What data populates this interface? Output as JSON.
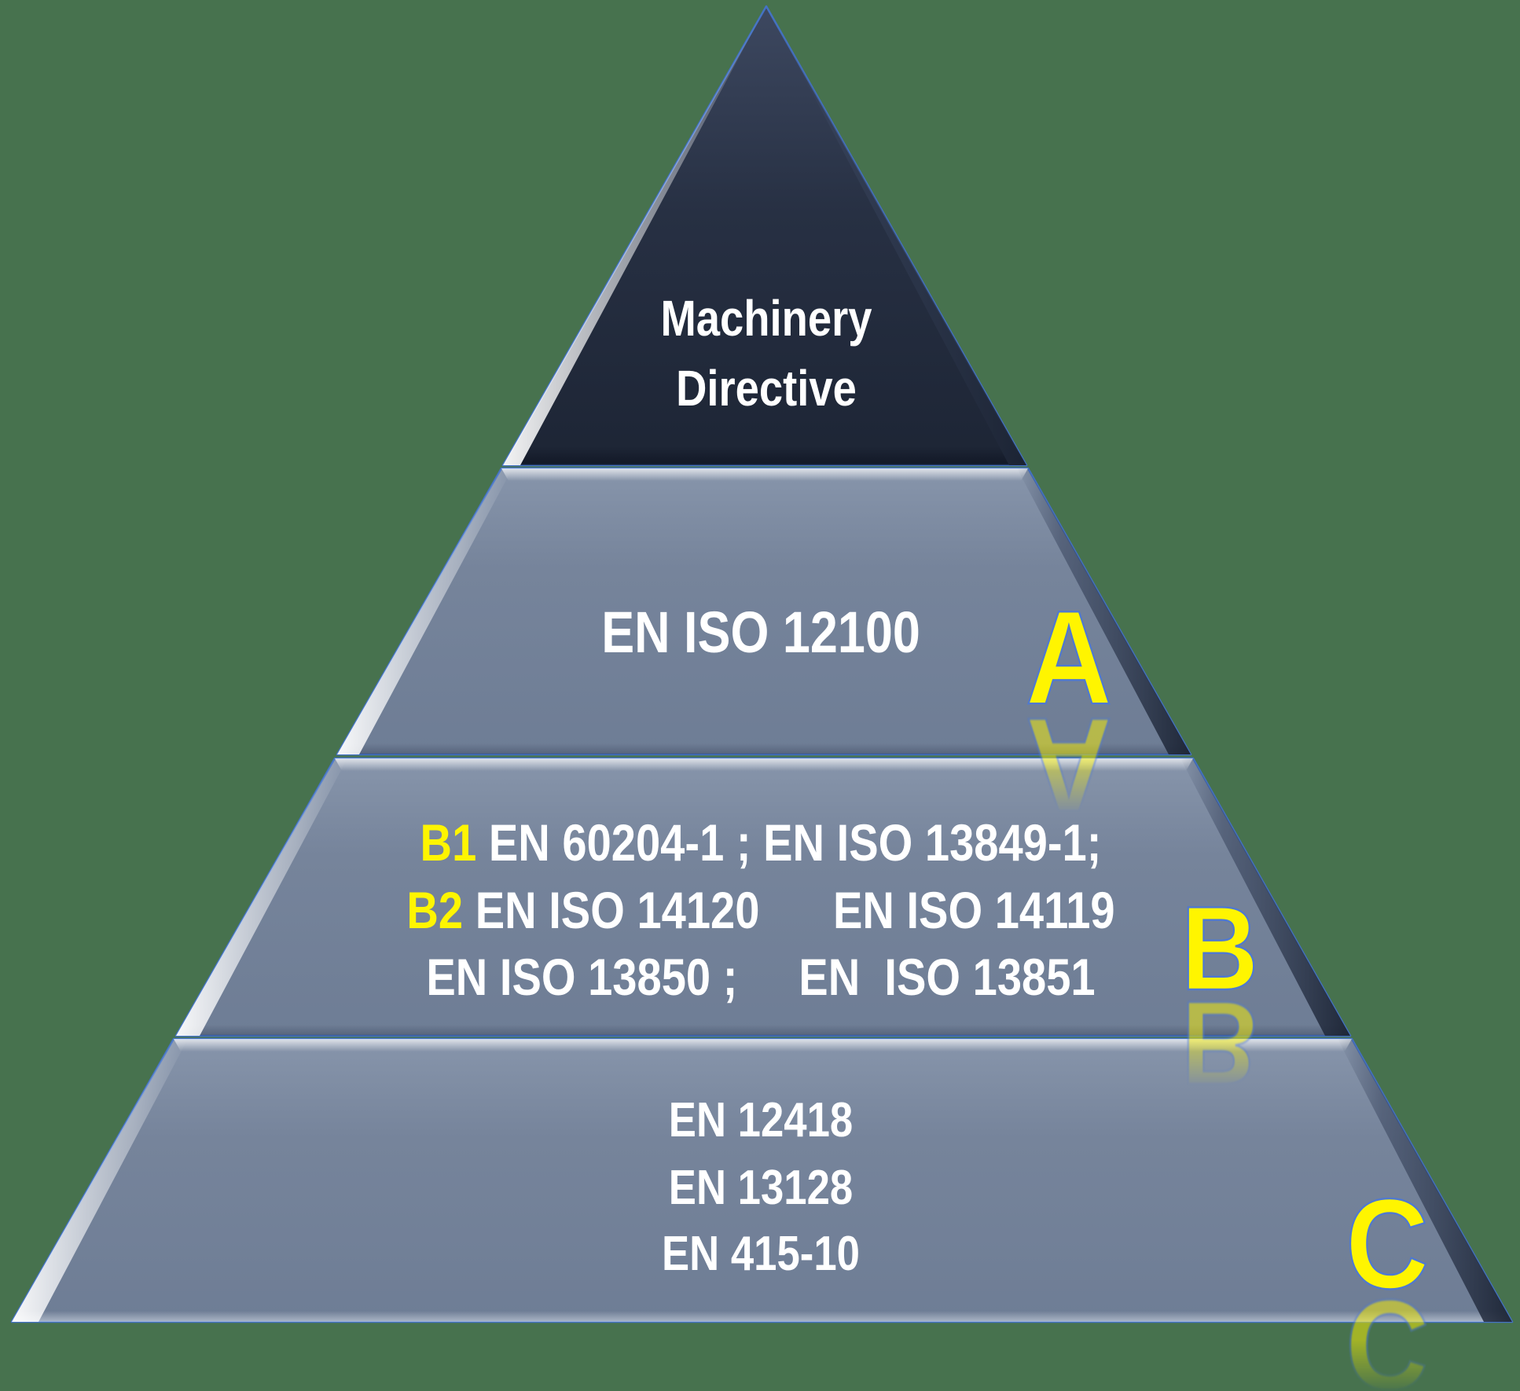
{
  "title": "Machinery safety standards pyramid",
  "colors": {
    "bg": "#47724e",
    "stroke": "#4472c4",
    "face": "#76849b",
    "navy": "#273043",
    "yellow": "#fff500",
    "textWhite": "#ffffff"
  },
  "tier1": {
    "line1": "Machinery",
    "line2": "Directive"
  },
  "tier2": {
    "text": "EN ISO 12100",
    "letter": "A"
  },
  "tier3": {
    "b1": "B1",
    "line1_rest": " EN 60204-1 ; EN ISO 13849-1;",
    "b2": "B2",
    "line2_rest": " EN ISO 14120      EN ISO 14119",
    "line3": "EN ISO 13850 ;     EN  ISO 13851",
    "letter": "B"
  },
  "tier4": {
    "line1": "EN 12418",
    "line2": "EN 13128",
    "line3": "EN 415-10",
    "letter": "C"
  }
}
